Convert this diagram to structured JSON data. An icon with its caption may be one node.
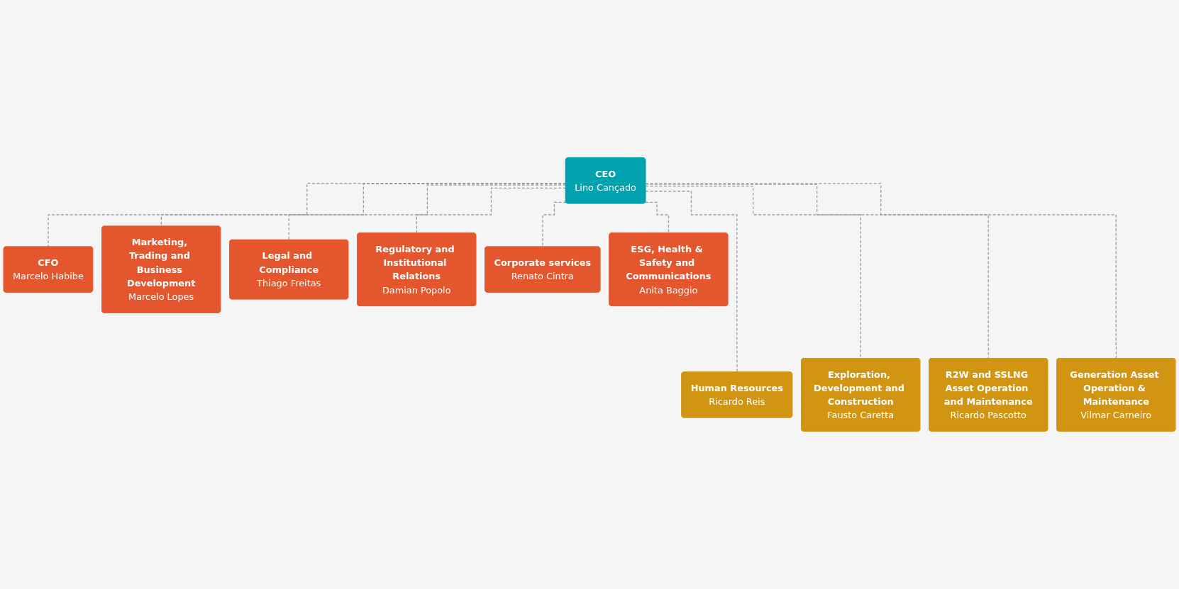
{
  "diagram": {
    "nodes": [
      {
        "text": [
          "CEO",
          "Lino Cançado"
        ]
      },
      {
        "text": [
          "CFO",
          "Marcelo Habibe"
        ]
      },
      {
        "text": [
          "Marketing, Trading and Business Development",
          "Marcelo Lopes"
        ]
      },
      {
        "text": [
          "Legal and Compliance",
          "Thiago Freitas"
        ]
      },
      {
        "text": [
          "Regulatory and Institutional Relations",
          "Damian Popolo"
        ]
      },
      {
        "text": [
          "Corporate services",
          "Renato Cintra"
        ]
      },
      {
        "text": [
          "ESG, Health & Safety and Communications",
          "Anita Baggio"
        ]
      },
      {
        "text": [
          "Human Resources",
          "Ricardo Reis"
        ]
      },
      {
        "text": [
          "Exploration, Development and Construction",
          "Fausto Caretta"
        ]
      },
      {
        "text": [
          "R2W and SSLNG Asset Operation and Maintenance",
          "Ricardo Pascotto"
        ]
      },
      {
        "text": [
          "Generation Asset Operation & Maintenance",
          "Vilmar Carneiro"
        ]
      }
    ],
    "edges": [
      {
        "from": 0,
        "to": 1,
        "arrow": "none",
        "style": "dashed"
      },
      {
        "from": 0,
        "to": 2,
        "arrow": "none",
        "style": "dashed"
      },
      {
        "from": 0,
        "to": 3,
        "arrow": "none",
        "style": "dashed"
      },
      {
        "from": 0,
        "to": 4,
        "arrow": "none",
        "style": "dashed"
      },
      {
        "from": 0,
        "to": 5,
        "arrow": "none",
        "style": "dashed"
      },
      {
        "from": 0,
        "to": 6,
        "arrow": "none",
        "style": "dashed"
      },
      {
        "from": 0,
        "to": 7,
        "arrow": "none",
        "style": "dashed"
      },
      {
        "from": 0,
        "to": 8,
        "arrow": "none",
        "style": "dashed"
      },
      {
        "from": 0,
        "to": 9,
        "arrow": "none",
        "style": "dashed"
      },
      {
        "from": 0,
        "to": 10,
        "arrow": "none",
        "style": "dashed"
      }
    ]
  }
}
